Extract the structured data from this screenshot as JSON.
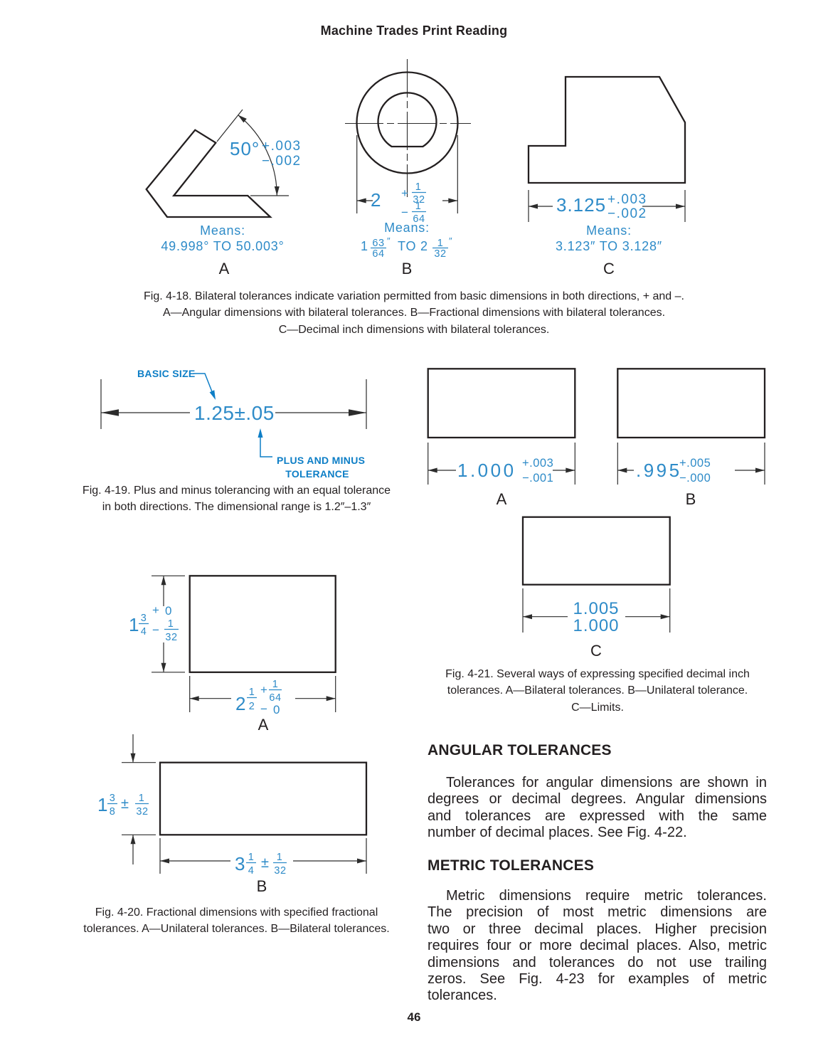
{
  "colors": {
    "cadBlue": "#2e8bc8",
    "labelBlue": "#0d7ec6",
    "ink": "#231f20"
  },
  "page": {
    "header": "Machine Trades Print Reading",
    "page_number": "46"
  },
  "fig18": {
    "a": {
      "angle": "50°",
      "tol_plus": "+.003",
      "tol_minus": "−.002",
      "means_label": "Means:",
      "means": "49.998° TO 50.003°",
      "label": "A"
    },
    "b": {
      "value": "2",
      "plus": "+",
      "plus_num": "1",
      "plus_den": "32",
      "minus": "−",
      "minus_num": "1",
      "minus_den": "64",
      "means_label": "Means:",
      "m_whole1": "1",
      "m_num1": "63",
      "m_den1": "64",
      "m_unit1": "″",
      "m_to": "TO",
      "m_whole2": "2",
      "m_num2": "1",
      "m_den2": "32",
      "m_unit2": "″",
      "label": "B"
    },
    "c": {
      "value": "3.125",
      "tol_plus": "+.003",
      "tol_minus": "−.002",
      "means_label": "Means:",
      "means": "3.123″ TO 3.128″",
      "label": "C"
    },
    "caption": [
      "Fig. 4-18. Bilateral tolerances indicate variation permitted from basic dimensions in both directions, + and –.",
      "A—Angular dimensions with bilateral tolerances. B—Fractional dimensions with bilateral tolerances.",
      "C—Decimal inch dimensions with bilateral tolerances."
    ]
  },
  "fig19": {
    "basic_size": "BASIC SIZE",
    "dim": "1.25±.05",
    "tol1": "PLUS AND MINUS",
    "tol2": "TOLERANCE",
    "caption": [
      "Fig. 4-19. Plus and minus tolerancing with an equal tolerance",
      "in both directions. The dimensional range is 1.2″–1.3″"
    ]
  },
  "fig20": {
    "a": {
      "v_whole": "1",
      "v_num": "3",
      "v_den": "4",
      "v_plus": "+",
      "v_plus_val": "0",
      "v_minus": "−",
      "v_minus_num": "1",
      "v_minus_den": "32",
      "h_whole": "2",
      "h_num": "1",
      "h_den": "2",
      "h_plus": "+",
      "h_plus_num": "1",
      "h_plus_den": "64",
      "h_minus": "−",
      "h_minus_val": "0",
      "label": "A"
    },
    "b": {
      "v_whole": "1",
      "v_num": "3",
      "v_den": "8",
      "v_pm": "±",
      "v_tol_num": "1",
      "v_tol_den": "32",
      "h_whole": "3",
      "h_num": "1",
      "h_den": "4",
      "h_pm": "±",
      "h_tol_num": "1",
      "h_tol_den": "32",
      "label": "B"
    },
    "caption": [
      "Fig. 4-20. Fractional dimensions with specified fractional",
      "tolerances. A—Unilateral tolerances. B—Bilateral tolerances."
    ]
  },
  "fig21": {
    "a": {
      "value": "1.000",
      "tol_plus": "+.003",
      "tol_minus": "−.001",
      "label": "A"
    },
    "b": {
      "value": ".995",
      "tol_plus": "+.005",
      "tol_minus": "−.000",
      "label": "B"
    },
    "c": {
      "upper": "1.005",
      "lower": "1.000",
      "label": "C"
    },
    "caption": [
      "Fig. 4-21. Several ways of expressing specified decimal inch",
      "tolerances. A—Bilateral tolerances. B—Unilateral tolerance.",
      "C—Limits."
    ]
  },
  "sections": {
    "angular": {
      "heading": "ANGULAR TOLERANCES",
      "lines": [
        "Tolerances for angular dimensions are shown in",
        "degrees or decimal degrees. Angular dimensions",
        "and tolerances are expressed with the same",
        "number of decimal places. See Fig. 4-22."
      ]
    },
    "metric": {
      "heading": "METRIC TOLERANCES",
      "lines": [
        "Metric dimensions require metric tolerances.",
        "The precision of most metric dimensions are",
        "two or three decimal places. Higher precision",
        "requires four or more decimal places. Also, metric",
        "dimensions and tolerances do not use trailing",
        "zeros. See Fig. 4-23 for examples of metric",
        "tolerances."
      ]
    }
  }
}
